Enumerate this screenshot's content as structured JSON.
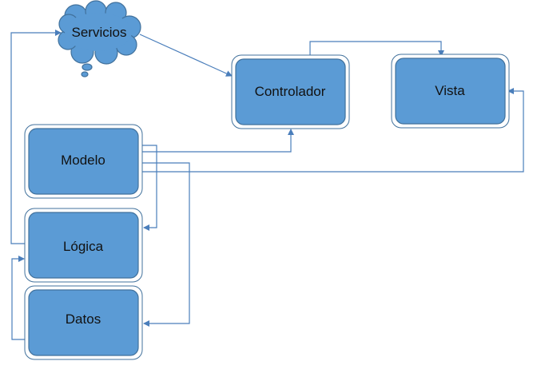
{
  "colors": {
    "box_fill": "#5b9bd5",
    "box_stroke": "#41719c",
    "connector": "#4a7ebb",
    "label_text": "#111111"
  },
  "nodes": {
    "servicios": {
      "label": "Servicios",
      "shape": "thought-cloud"
    },
    "controlador": {
      "label": "Controlador",
      "shape": "double-rounded-rect"
    },
    "vista": {
      "label": "Vista",
      "shape": "double-rounded-rect"
    },
    "modelo": {
      "label": "Modelo",
      "shape": "double-rounded-rect"
    },
    "logica": {
      "label": "Lógica",
      "shape": "double-rounded-rect"
    },
    "datos": {
      "label": "Datos",
      "shape": "double-rounded-rect"
    }
  },
  "connectors": [
    {
      "from": "servicios",
      "to": "controlador"
    },
    {
      "from": "controlador",
      "to": "vista"
    },
    {
      "from": "modelo",
      "to": "controlador"
    },
    {
      "from": "modelo",
      "to": "vista"
    },
    {
      "from": "modelo",
      "to": "logica"
    },
    {
      "from": "modelo",
      "to": "datos"
    },
    {
      "from": "logica",
      "to": "servicios"
    },
    {
      "from": "datos",
      "to": "logica"
    }
  ]
}
